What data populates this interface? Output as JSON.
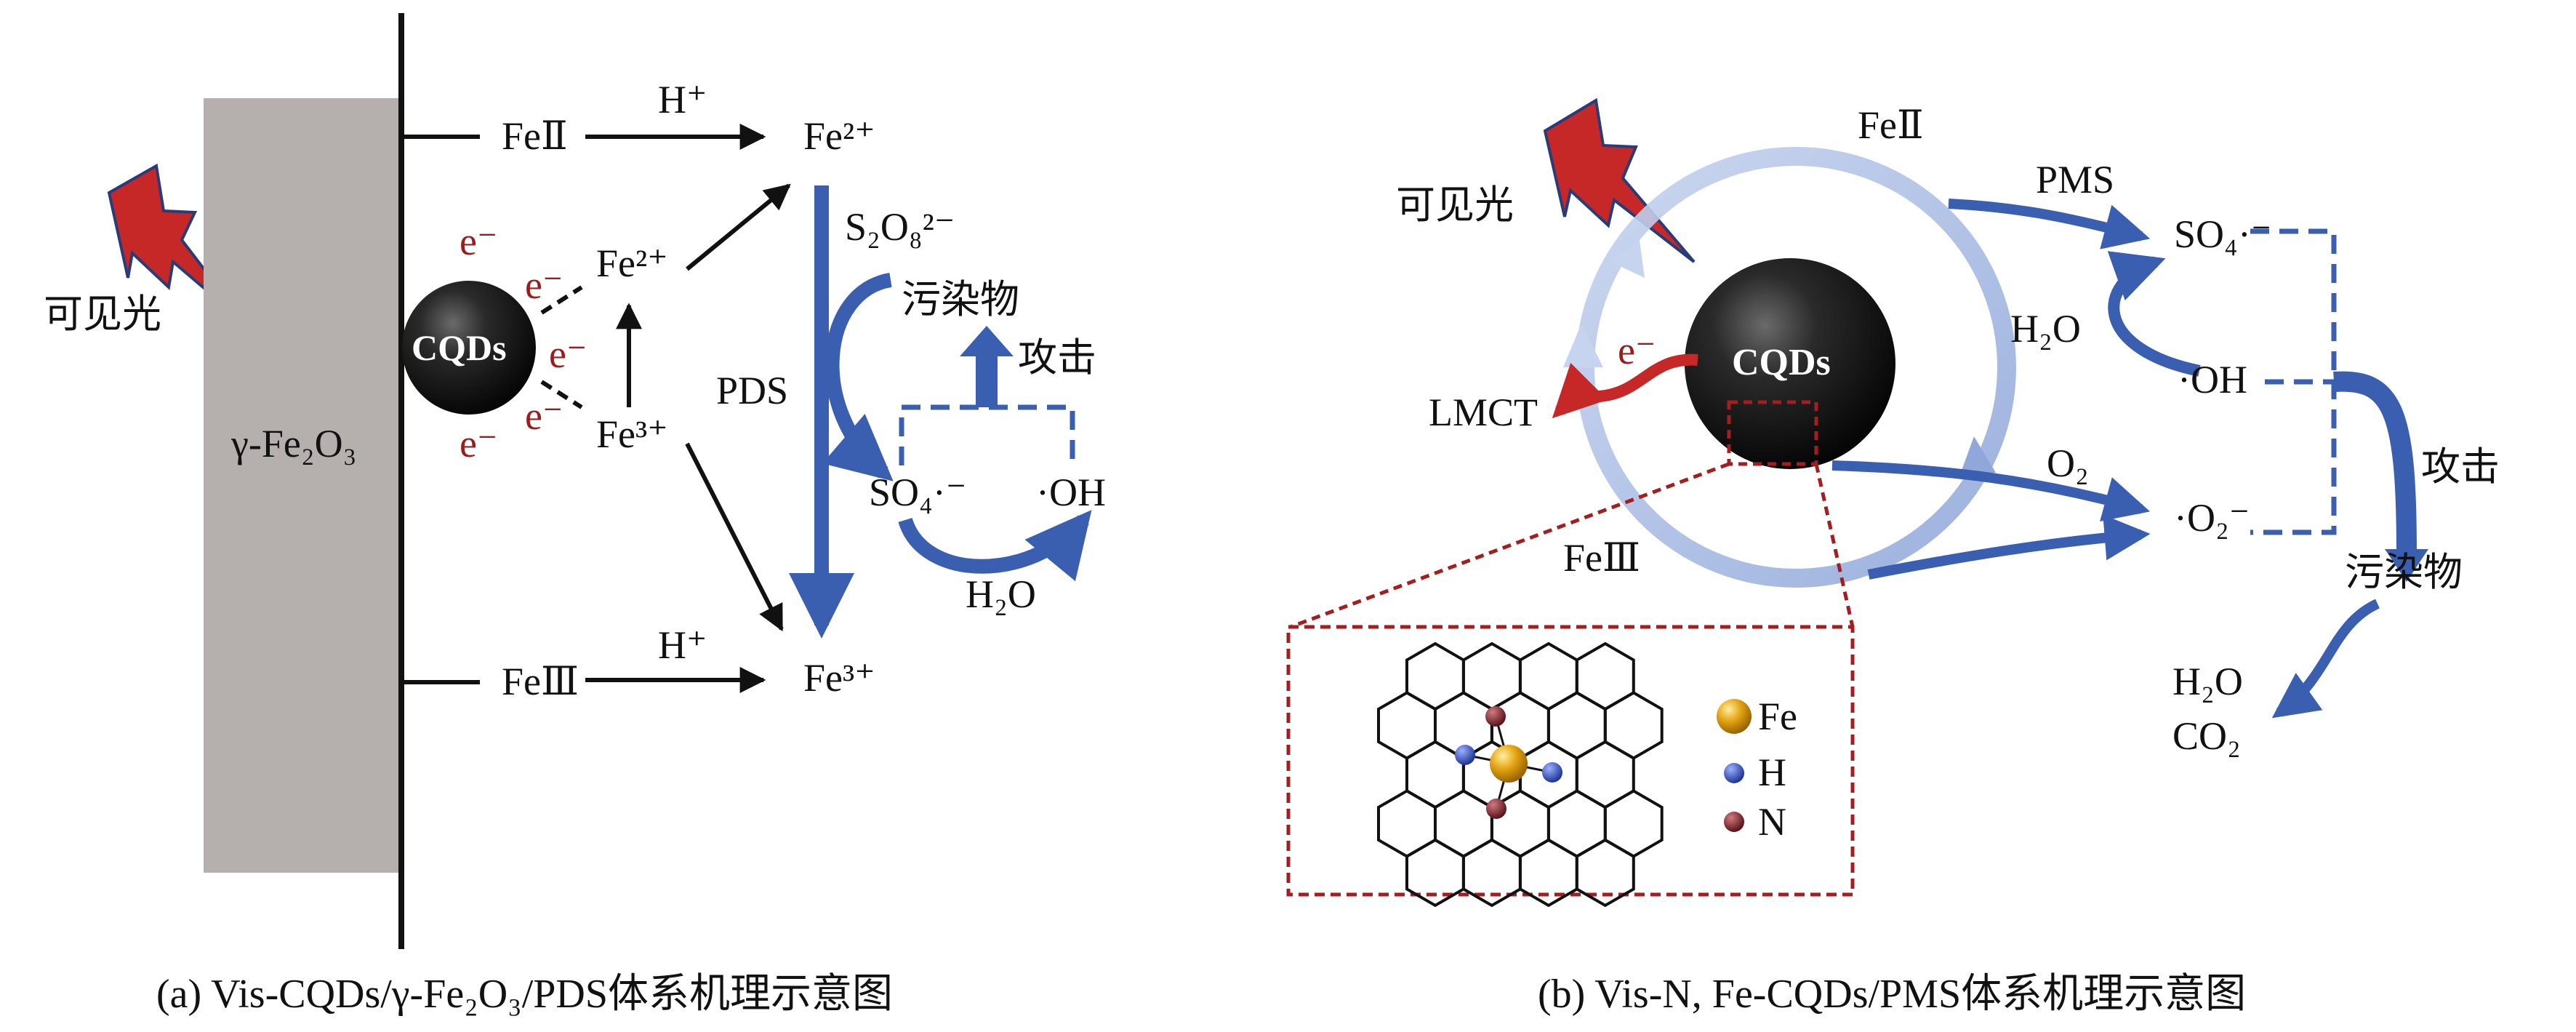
{
  "panel_a": {
    "caption": "(a) Vis-CQDs/γ-Fe₂O₃/PDS体系机理示意图",
    "light": "可见光",
    "substrate": "γ-Fe₂O₃",
    "particle": "CQDs",
    "electron": "e⁻",
    "fe_ii": "FeⅡ",
    "fe_iii": "FeⅢ",
    "h_plus": "H⁺",
    "fe2_plus": "Fe²⁺",
    "fe3_plus": "Fe³⁺",
    "pds": "PDS",
    "s2o8": "S₂O₈²⁻",
    "pollutant": "污染物",
    "attack": "攻击",
    "so4_radical": "SO₄·⁻",
    "oh_radical": "·OH",
    "water": "H₂O"
  },
  "panel_b": {
    "caption": "(b) Vis-N, Fe-CQDs/PMS体系机理示意图",
    "light": "可见光",
    "particle": "CQDs",
    "electron": "e⁻",
    "lmct": "LMCT",
    "fe_ii": "FeⅡ",
    "fe_iii": "FeⅢ",
    "pms": "PMS",
    "so4_radical": "SO₄·⁻",
    "water": "H₂O",
    "oh_radical": "·OH",
    "oxygen": "O₂",
    "superoxide": "·O₂⁻",
    "attack": "攻击",
    "pollutant": "污染物",
    "product_water": "H₂O",
    "product_co2": "CO₂",
    "legend_fe": "Fe",
    "legend_h": "H",
    "legend_n": "N"
  },
  "colors": {
    "arrow_blue": "#3b5fb0",
    "bolt_red": "#c62828",
    "substrate_gray": "#b5b0ae",
    "inset_red": "#a31f1f",
    "fe_gold": "#e3a312",
    "h_blue": "#2f4fc0",
    "n_maroon": "#7a1f26"
  }
}
